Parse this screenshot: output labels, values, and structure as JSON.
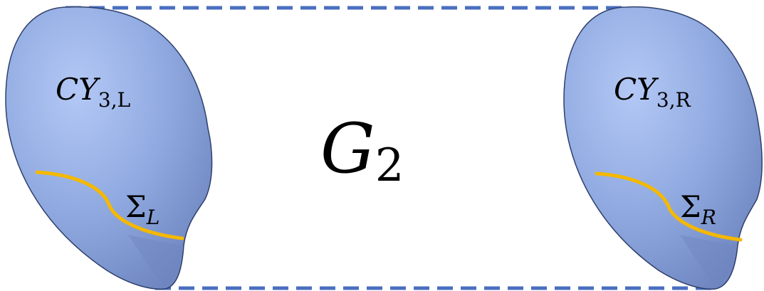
{
  "diagram": {
    "center_label": {
      "main": "G",
      "sub": "2"
    },
    "left_blob": {
      "label_main": "CY",
      "label_sub": "3,L",
      "curve_label_main": "Σ",
      "curve_label_sub": "L"
    },
    "right_blob": {
      "label_main": "CY",
      "label_sub": "3,R",
      "curve_label_main": "Σ",
      "curve_label_sub": "R"
    },
    "colors": {
      "blob_fill": "#8fa9e0",
      "blob_highlight": "#b3c8f5",
      "blob_shadow": "#6f86c0",
      "blob_stroke": "#2f3f6b",
      "curve": "#f5b800",
      "dashed_line": "#4a6fc0",
      "text": "#000000"
    }
  }
}
